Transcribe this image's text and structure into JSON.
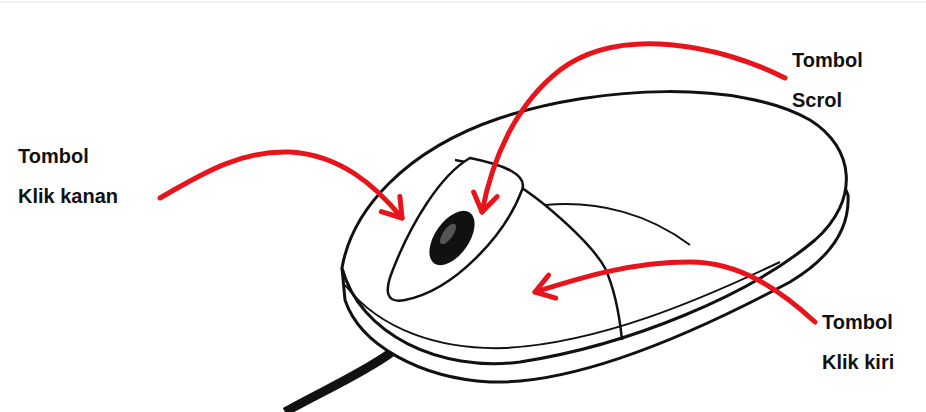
{
  "diagram": {
    "labels": [
      "Tombol Klik kanan",
      "Tombol Scrol",
      "Tombol Klik kiri"
    ]
  }
}
